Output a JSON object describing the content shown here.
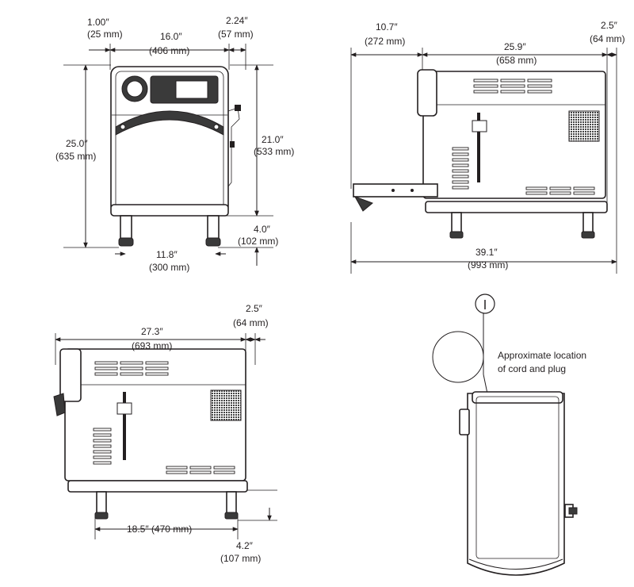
{
  "front_view": {
    "dim_left_offset": "1.00″",
    "dim_left_offset_mm": "(25 mm)",
    "dim_width": "16.0″",
    "dim_width_mm": "(406 mm)",
    "dim_right_offset": "2.24″",
    "dim_right_offset_mm": "(57 mm)",
    "dim_total_height": "25.0″",
    "dim_total_height_mm": "(635 mm)",
    "dim_body_height": "21.0″",
    "dim_body_height_mm": "(533 mm)",
    "dim_leg_height": "4.0″",
    "dim_leg_height_mm": "(102 mm)",
    "dim_leg_span": "11.8″",
    "dim_leg_span_mm": "(300 mm)"
  },
  "side_view_open": {
    "dim_door_extension": "10.7″",
    "dim_door_extension_mm": "(272 mm)",
    "dim_body_depth": "25.9″",
    "dim_body_depth_mm": "(658 mm)",
    "dim_rear_clearance": "2.5″",
    "dim_rear_clearance_mm": "(64 mm)",
    "dim_total_depth": "39.1″",
    "dim_total_depth_mm": "(993 mm)"
  },
  "side_view_closed": {
    "dim_depth": "27.3″",
    "dim_depth_mm": "(693 mm)",
    "dim_rear_clearance": "2.5″",
    "dim_rear_clearance_mm": "(64 mm)",
    "dim_leg_span": "18.5″ (470 mm)",
    "dim_leg_height": "4.2″",
    "dim_leg_height_mm": "(107 mm)"
  },
  "rear_view": {
    "cord_label_line1": "Approximate location",
    "cord_label_line2": "of cord and plug"
  }
}
